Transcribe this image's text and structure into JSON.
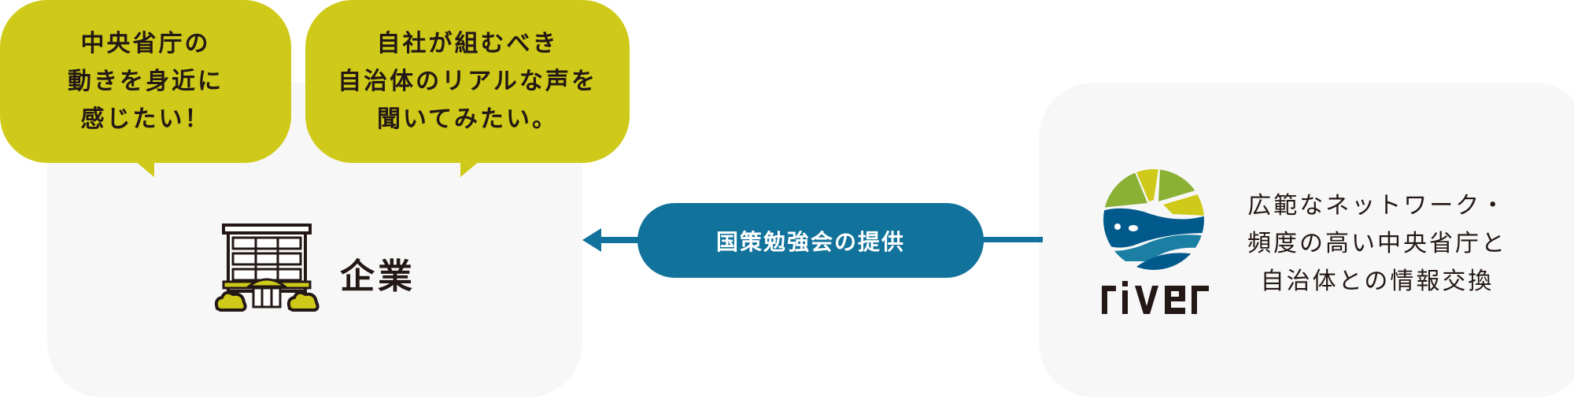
{
  "bubbles": [
    {
      "lines": [
        "中央省庁の",
        "動きを身近に",
        "感じたい！"
      ]
    },
    {
      "lines": [
        "自社が組むべき",
        "自治体のリアルな声を",
        "聞いてみたい。"
      ]
    }
  ],
  "company": {
    "label": "企業",
    "icon": "building-icon"
  },
  "flow": {
    "label": "国策勉強会の提供",
    "direction": "right-to-left",
    "color": "#11739b"
  },
  "river": {
    "brand": "river",
    "description_lines": [
      "広範なネットワーク・",
      "頻度の高い中央省庁と",
      "自治体との情報交換"
    ]
  },
  "colors": {
    "bubble": "#cfca19",
    "panel": "#f7f7f7",
    "accent": "#11739b",
    "text": "#231815"
  }
}
